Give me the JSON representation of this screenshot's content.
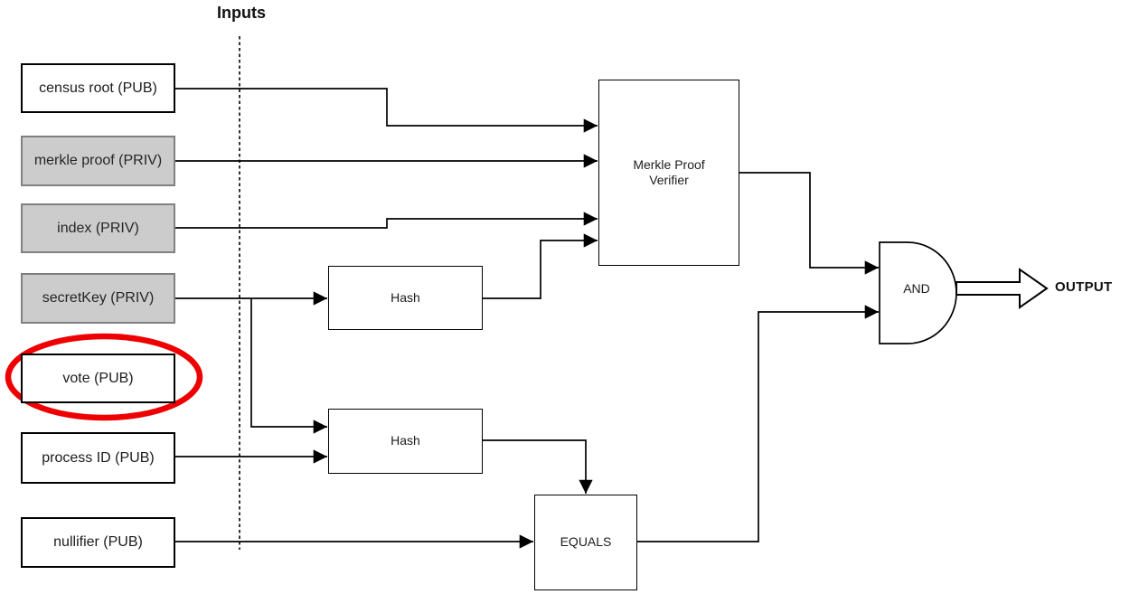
{
  "diagram": {
    "inputs_label": "Inputs",
    "output_label": "OUTPUT",
    "nodes": {
      "census_root": {
        "label": "census root (PUB)",
        "visibility": "public"
      },
      "merkle_proof": {
        "label": "merkle proof (PRIV)",
        "visibility": "private"
      },
      "index": {
        "label": "index (PRIV)",
        "visibility": "private"
      },
      "secret_key": {
        "label": "secretKey (PRIV)",
        "visibility": "private"
      },
      "vote": {
        "label": "vote (PUB)",
        "visibility": "public",
        "highlighted": true
      },
      "process_id": {
        "label": "process ID (PUB)",
        "visibility": "public"
      },
      "nullifier": {
        "label": "nullifier (PUB)",
        "visibility": "public"
      },
      "hash1": {
        "label": "Hash"
      },
      "hash2": {
        "label": "Hash"
      },
      "merkle_verifier": {
        "label": "Merkle Proof Verifier"
      },
      "equals": {
        "label": "EQUALS"
      },
      "and_gate": {
        "label": "AND"
      }
    },
    "edges": [
      {
        "from": "census_root",
        "to": "merkle_verifier"
      },
      {
        "from": "merkle_proof",
        "to": "merkle_verifier"
      },
      {
        "from": "index",
        "to": "merkle_verifier"
      },
      {
        "from": "secret_key",
        "to": "hash1"
      },
      {
        "from": "secret_key",
        "to": "hash2"
      },
      {
        "from": "process_id",
        "to": "hash2"
      },
      {
        "from": "nullifier",
        "to": "equals"
      },
      {
        "from": "hash1",
        "to": "merkle_verifier"
      },
      {
        "from": "hash2",
        "to": "equals"
      },
      {
        "from": "merkle_verifier",
        "to": "and_gate"
      },
      {
        "from": "equals",
        "to": "and_gate"
      },
      {
        "from": "and_gate",
        "to": "output"
      }
    ],
    "colors": {
      "public_fill": "#ffffff",
      "private_fill": "#cccccc",
      "stroke": "#000000",
      "highlight_ellipse": "#ee0000"
    }
  }
}
